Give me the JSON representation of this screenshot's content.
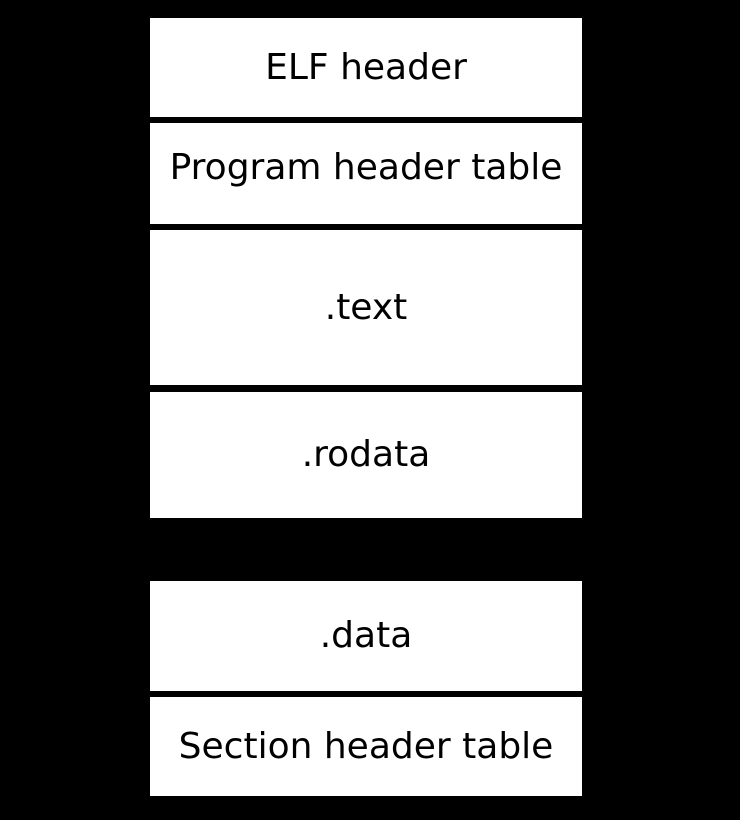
{
  "diagram": {
    "kind": "elf-file-layout",
    "colors": {
      "background": "#000000",
      "box_fill": "#ffffff",
      "box_text": "#000000"
    },
    "boxes": [
      {
        "label": "ELF header"
      },
      {
        "label": "Program header table"
      },
      {
        "label": ".text"
      },
      {
        "label": ".rodata"
      },
      {
        "label": ".data"
      },
      {
        "label": "Section header table"
      }
    ]
  }
}
